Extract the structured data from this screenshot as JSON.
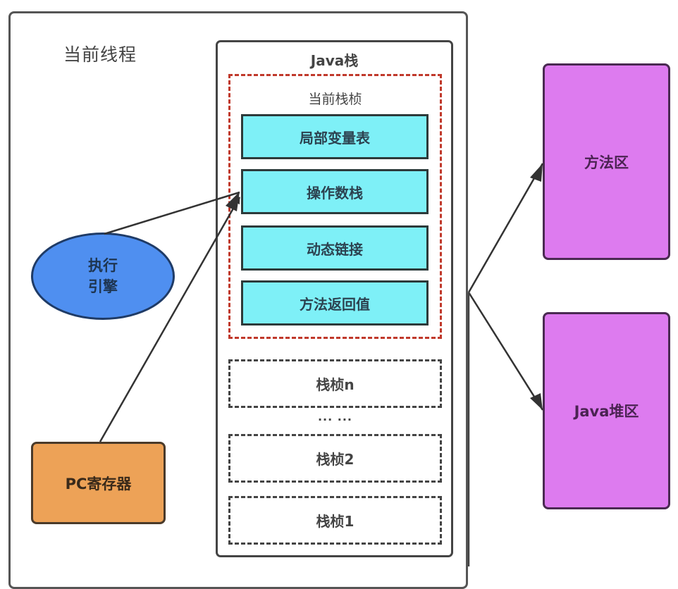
{
  "thread": {
    "title": "当前线程"
  },
  "java_stack": {
    "title": "Java栈",
    "current_frame": {
      "title": "当前栈桢",
      "slots": [
        "局部变量表",
        "操作数栈",
        "动态链接",
        "方法返回值"
      ]
    },
    "frames": [
      "栈桢n",
      "栈桢2",
      "栈桢1"
    ],
    "ellipsis": "··· ···"
  },
  "execution_engine": {
    "line1": "执行",
    "line2": "引擎"
  },
  "pc_register": {
    "label": "PC寄存器"
  },
  "method_area": {
    "label": "方法区"
  },
  "java_heap": {
    "label": "Java堆区"
  },
  "edges": [
    {
      "from": "execution_engine",
      "to": "operand_stack"
    },
    {
      "from": "pc_register",
      "to": "operand_stack"
    },
    {
      "from": "java_stack",
      "to": "method_area"
    },
    {
      "from": "java_stack",
      "to": "java_heap"
    }
  ],
  "colors": {
    "slot_fill": "#7ef0f7",
    "engine_fill": "#4f8ff0",
    "pc_fill": "#eda257",
    "memory_area_fill": "#dd7bef",
    "current_frame_border": "#c0392b"
  }
}
